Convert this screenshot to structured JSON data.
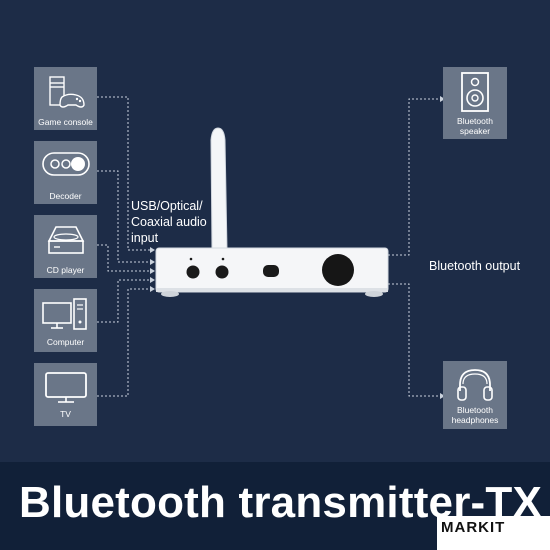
{
  "sources": [
    {
      "label": "Game console",
      "icon": "game-console-icon"
    },
    {
      "label": "Decoder",
      "icon": "decoder-icon"
    },
    {
      "label": "CD player",
      "icon": "cd-player-icon"
    },
    {
      "label": "Computer",
      "icon": "computer-icon"
    },
    {
      "label": "TV",
      "icon": "tv-icon"
    }
  ],
  "outputs": [
    {
      "label": "Bluetooth speaker",
      "icon": "speaker-icon"
    },
    {
      "label": "Bluetooth headphones",
      "icon": "headphones-icon"
    }
  ],
  "input_label": "USB/Optical/ Coaxial audio input",
  "output_label": "Bluetooth output",
  "title": "Bluetooth transmitter-TX",
  "brand": "MARKIT",
  "colors": {
    "background": "#1d2c47",
    "tile": "#6a7688",
    "banner": "#112038"
  }
}
